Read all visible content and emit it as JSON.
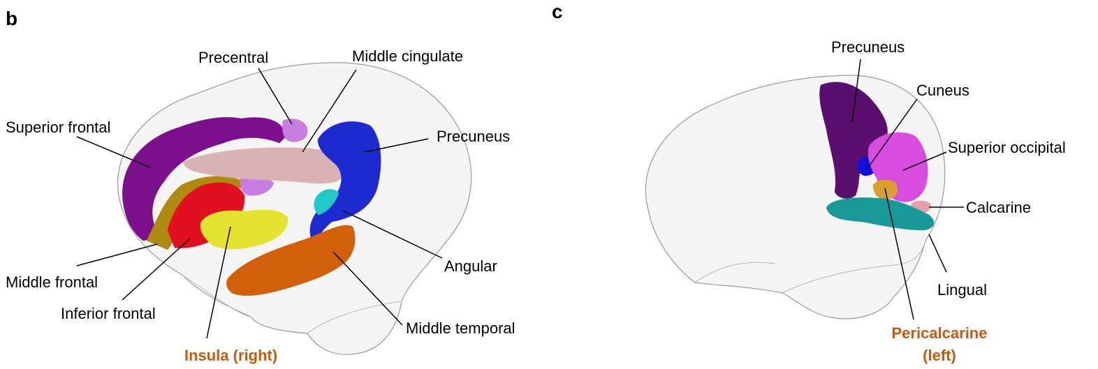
{
  "panels": [
    {
      "letter": "b",
      "labels": {
        "precentral": "Precentral",
        "middle_cingulate": "Middle cingulate",
        "superior_frontal": "Superior frontal",
        "precuneus": "Precuneus",
        "middle_frontal": "Middle frontal",
        "angular": "Angular",
        "inferior_frontal": "Inferior frontal",
        "middle_temporal": "Middle temporal",
        "insula_right": "Insula (right)"
      }
    },
    {
      "letter": "c",
      "labels": {
        "precuneus": "Precuneus",
        "cuneus": "Cuneus",
        "superior_occipital": "Superior occipital",
        "calcarine": "Calcarine",
        "lingual": "Lingual",
        "pericalcarine_line1": "Pericalcarine",
        "pericalcarine_line2": "(left)"
      }
    }
  ],
  "colors": {
    "highlight": "#c55a11",
    "superior_frontal": "#7b0f8c",
    "middle_frontal": "#b08a10",
    "inferior_frontal": "#e01020",
    "insula": "#e4e430",
    "precentral": "#c87de0",
    "middle_cingulate": "#d9b3b3",
    "precuneus_b": "#1c2ad0",
    "angular": "#20c8c8",
    "middle_temporal": "#d2600a",
    "precuneus_c": "#5a0f6e",
    "cuneus": "#1010d8",
    "superior_occipital": "#d84ce0",
    "calcarine": "#e8a0a8",
    "pericalcarine": "#d8a030",
    "lingual": "#189898"
  }
}
